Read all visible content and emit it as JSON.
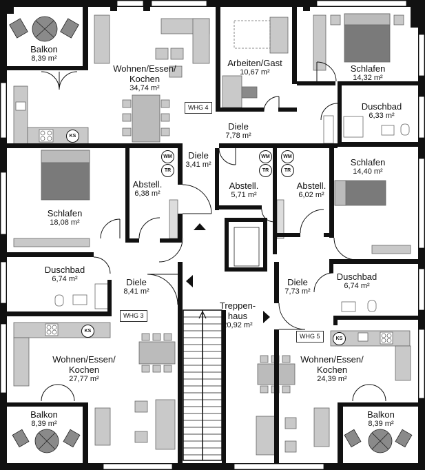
{
  "rooms": [
    {
      "name": "Balkon",
      "area": "8,39 m²"
    },
    {
      "name": "Wohnen/Essen/ Kochen",
      "area": "34,74 m²"
    },
    {
      "name": "Arbeiten/Gast",
      "area": "10,67 m²"
    },
    {
      "name": "Schlafen",
      "area": "14,32 m²"
    },
    {
      "name": "Duschbad",
      "area": "6,33 m²"
    },
    {
      "name": "Diele",
      "area": "7,78 m²"
    },
    {
      "name": "Diele",
      "area": "3,41 m²"
    },
    {
      "name": "Schlafen",
      "area": "18,08 m²"
    },
    {
      "name": "Abstell.",
      "area": "6,38 m²"
    },
    {
      "name": "Abstell.",
      "area": "5,71 m²"
    },
    {
      "name": "Abstell.",
      "area": "6,02 m²"
    },
    {
      "name": "Schlafen",
      "area": "14,40 m²"
    },
    {
      "name": "Duschbad",
      "area": "6,74 m²"
    },
    {
      "name": "Diele",
      "area": "8,41 m²"
    },
    {
      "name": "Diele",
      "area": "7,73 m²"
    },
    {
      "name": "Duschbad",
      "area": "6,74 m²"
    },
    {
      "name": "Treppen- haus",
      "area": "20,92 m²"
    },
    {
      "name": "Wohnen/Essen/ Kochen",
      "area": "27,77 m²"
    },
    {
      "name": "Wohnen/Essen/ Kochen",
      "area": "24,39 m²"
    },
    {
      "name": "Balkon",
      "area": "8,39 m²"
    },
    {
      "name": "Balkon",
      "area": "8,39 m²"
    }
  ],
  "units": [
    "WHG 4",
    "WHG 3",
    "WHG 5"
  ],
  "badges": [
    "KS",
    "WM",
    "TR",
    "WM",
    "TR",
    "WM",
    "TR",
    "KS",
    "KS"
  ],
  "colors": {
    "wall": "#111111",
    "furniture": "#c9c9c9",
    "furniture_dark": "#8a8a8a",
    "bed": "#7a7a7a",
    "window": "#ffffff"
  },
  "icons": [
    "bed-icon",
    "sofa-icon",
    "dining-table-icon",
    "kitchen-counter-icon",
    "stove-icon",
    "sink-icon",
    "toilet-icon",
    "shower-icon",
    "desk-icon",
    "office-chair-icon",
    "balcony-table-icon",
    "stair-arrow-icon",
    "door-swing-icon"
  ]
}
